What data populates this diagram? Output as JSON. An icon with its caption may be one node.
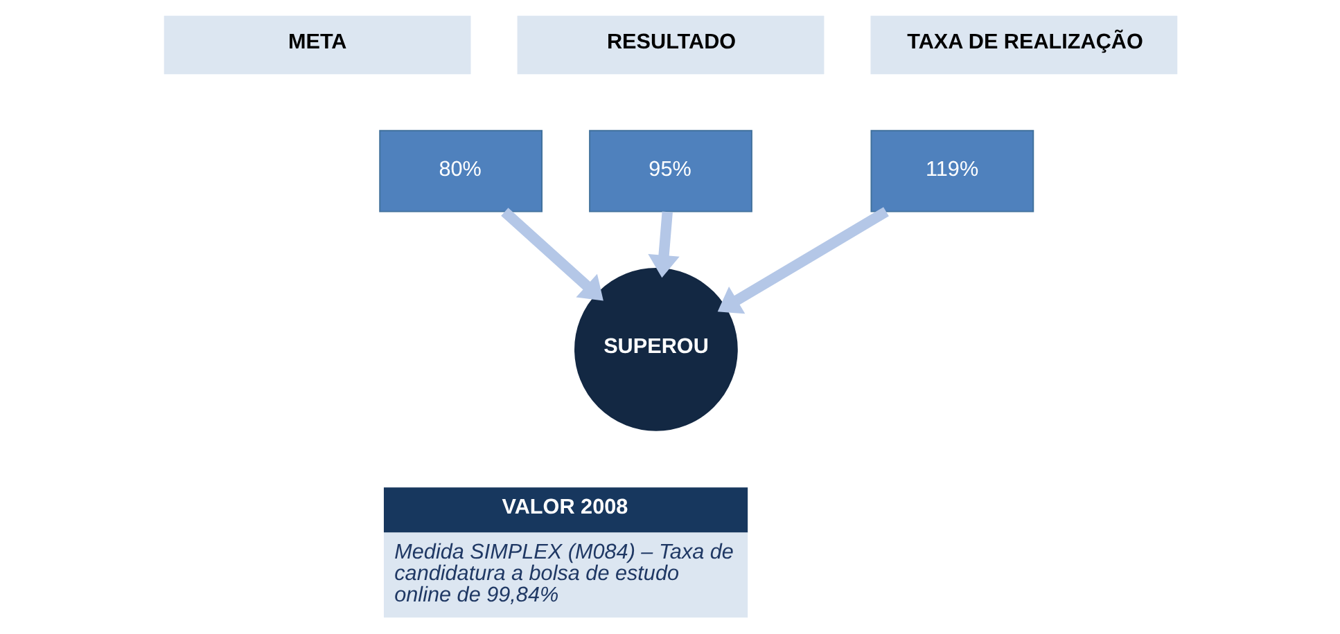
{
  "diagram": {
    "nodes": [
      {
        "text": [
          "META"
        ]
      },
      {
        "text": [
          "RESULTADO"
        ]
      },
      {
        "text": [
          "TAXA DE REALIZAÇÃO"
        ]
      },
      {
        "text": [
          "80%"
        ]
      },
      {
        "text": [
          "95%"
        ]
      },
      {
        "text": [
          "119%"
        ]
      },
      {
        "text": [
          "SUPEROU"
        ]
      },
      {
        "text": [
          "VALOR 2008",
          "Medida SIMPLEX (M084) – Taxa de candidatura a bolsa de estudo online de 99,84%"
        ]
      }
    ],
    "edges": [
      {
        "from": 3,
        "to": 6,
        "arrow": "to"
      },
      {
        "from": 4,
        "to": 6,
        "arrow": "to"
      },
      {
        "from": 5,
        "to": 6,
        "arrow": "to"
      }
    ]
  }
}
